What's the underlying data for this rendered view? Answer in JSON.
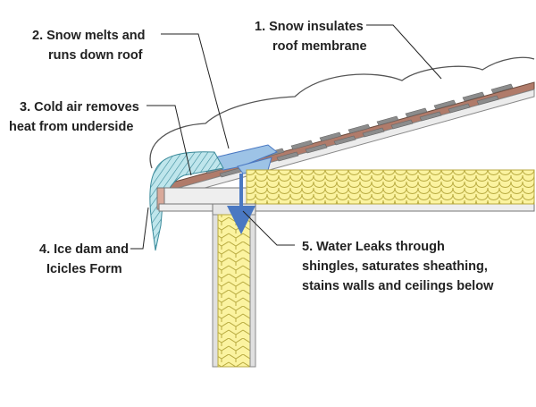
{
  "callouts": {
    "c1": {
      "line1": "1. Snow insulates",
      "line2": "roof membrane"
    },
    "c2": {
      "line1": "2. Snow melts and",
      "line2": "runs down roof"
    },
    "c3": {
      "line1": "3. Cold air removes",
      "line2": "heat from underside"
    },
    "c4": {
      "line1": "4. Ice dam and",
      "line2": "Icicles Form"
    },
    "c5": {
      "line1": "5. Water Leaks through",
      "line2": "shingles, saturates sheathing,",
      "line3": "stains walls and ceilings below"
    }
  },
  "colors": {
    "snow_outline": "#555555",
    "melt_water": "#9dc3e6",
    "leak_arrow": "#4a78c2",
    "ice_fill": "#9fd6df",
    "insulation": "#fbf3a0",
    "insulation_line": "#b8aa40",
    "shingle": "#8c8c8c",
    "sheathing": "#b07b6a",
    "wood": "#e0e0e0"
  }
}
